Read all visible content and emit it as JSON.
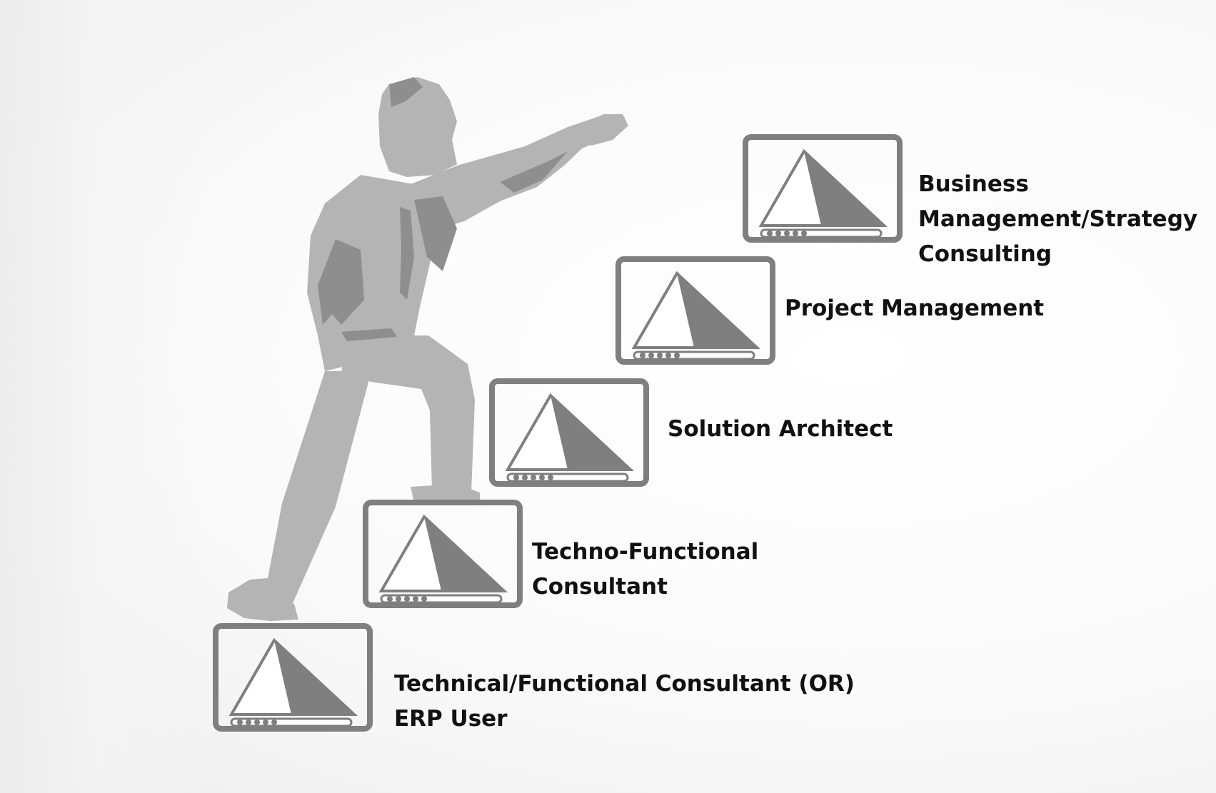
{
  "diagram": {
    "steps": [
      {
        "id": "step-1",
        "lines": [
          "Technical/Functional Consultant (OR)",
          "ERP User"
        ]
      },
      {
        "id": "step-2",
        "lines": [
          "Techno-Functional",
          "Consultant"
        ]
      },
      {
        "id": "step-3",
        "lines": [
          "Solution Architect"
        ]
      },
      {
        "id": "step-4",
        "lines": [
          "Project Management"
        ]
      },
      {
        "id": "step-5",
        "lines": [
          "Business",
          "Management/Strategy",
          "Consulting"
        ]
      }
    ],
    "colors": {
      "step_frame": "#7f7f7f",
      "pyramid_light": "#ffffff",
      "pyramid_dark": "#7f7f7f",
      "figure_light": "#b4b4b4",
      "figure_dark": "#8e8e8e",
      "text": "#111111"
    },
    "icon": "pyramid-monitor-icon",
    "figure_icon": "climbing-man-icon"
  }
}
